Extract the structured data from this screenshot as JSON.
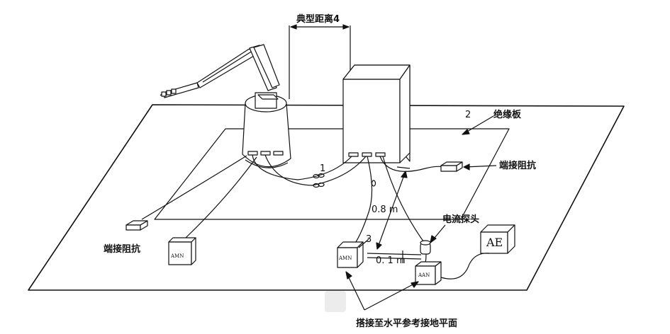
{
  "labels": {
    "typical_distance": "典型距离4",
    "insulation_board": "绝缘板",
    "insulation_board_number": "2",
    "termination_right": "端接阻抗",
    "termination_left": "端接阻抗",
    "harness_number": "1",
    "harness_height": "0.8 m",
    "bundle_number": "3",
    "current_probe": "电流探头",
    "probe_distance": "0. 1 m",
    "bond_note": "搭接至水平参考接地平面"
  },
  "boxes": {
    "amn_left": "AMN",
    "amn_center": "AMN",
    "aan": "AAN",
    "ae": "AE"
  },
  "colors": {
    "line": "#111111",
    "background": "#ffffff",
    "button_gray": "#ececec"
  }
}
